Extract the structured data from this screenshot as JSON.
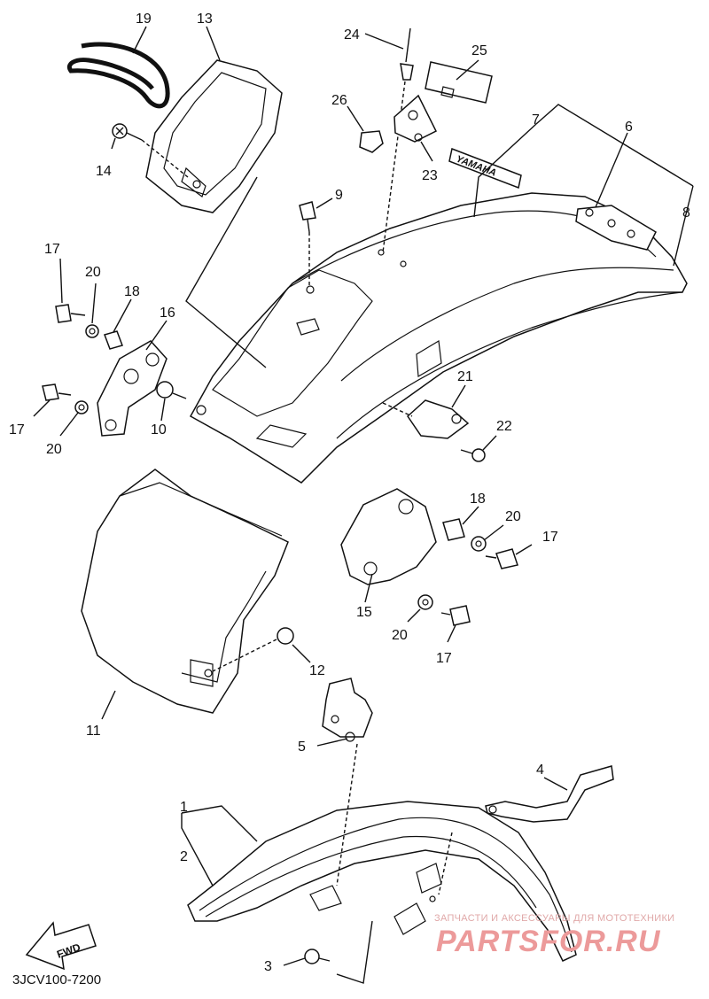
{
  "callouts": [
    {
      "id": "c1",
      "text": "1"
    },
    {
      "id": "c2",
      "text": "2"
    },
    {
      "id": "c3",
      "text": "3"
    },
    {
      "id": "c4",
      "text": "4"
    },
    {
      "id": "c5",
      "text": "5"
    },
    {
      "id": "c6",
      "text": "6"
    },
    {
      "id": "c7",
      "text": "7"
    },
    {
      "id": "c8",
      "text": "8"
    },
    {
      "id": "c9",
      "text": "9"
    },
    {
      "id": "c10",
      "text": "10"
    },
    {
      "id": "c11",
      "text": "11"
    },
    {
      "id": "c12",
      "text": "12"
    },
    {
      "id": "c13",
      "text": "13"
    },
    {
      "id": "c14",
      "text": "14"
    },
    {
      "id": "c15",
      "text": "15"
    },
    {
      "id": "c16",
      "text": "16"
    },
    {
      "id": "c17a",
      "text": "17"
    },
    {
      "id": "c17b",
      "text": "17"
    },
    {
      "id": "c17c",
      "text": "17"
    },
    {
      "id": "c17d",
      "text": "17"
    },
    {
      "id": "c18a",
      "text": "18"
    },
    {
      "id": "c18b",
      "text": "18"
    },
    {
      "id": "c19",
      "text": "19"
    },
    {
      "id": "c20a",
      "text": "20"
    },
    {
      "id": "c20b",
      "text": "20"
    },
    {
      "id": "c20c",
      "text": "20"
    },
    {
      "id": "c20d",
      "text": "20"
    },
    {
      "id": "c21",
      "text": "21"
    },
    {
      "id": "c22",
      "text": "22"
    },
    {
      "id": "c23",
      "text": "23"
    },
    {
      "id": "c24",
      "text": "24"
    },
    {
      "id": "c25",
      "text": "25"
    },
    {
      "id": "c26",
      "text": "26"
    }
  ],
  "diagram_code": "3JCV100-7200",
  "fwd_label": "FWD",
  "emblem_text": "YAMAHA",
  "watermark": {
    "small": "ЗАПЧАСТИ И АКСЕССУАРЫ ДЛЯ МОТОТЕХНИКИ",
    "big": "PARTSFOR.RU"
  },
  "colors": {
    "ink": "#111111",
    "watermark": "#ec9a9a",
    "background": "#ffffff"
  }
}
